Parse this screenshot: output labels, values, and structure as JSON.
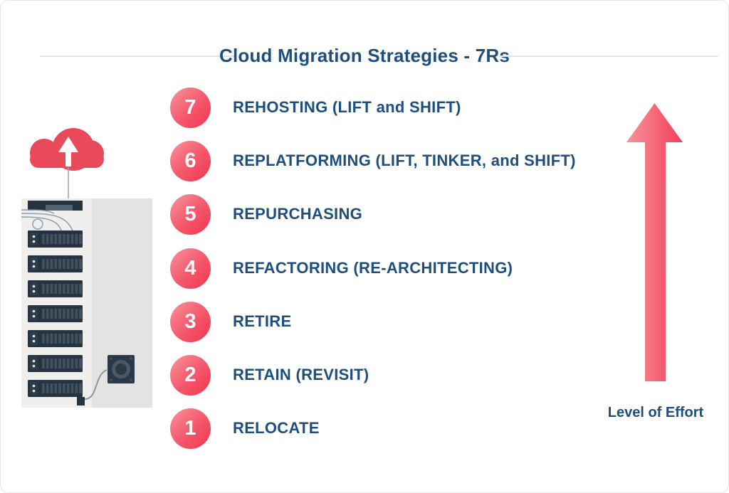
{
  "title": "Cloud Migration Strategies - 7Rs",
  "items": [
    {
      "number": "7",
      "label": "REHOSTING (LIFT and SHIFT)"
    },
    {
      "number": "6",
      "label": "REPLATFORMING (LIFT, TINKER, and SHIFT)"
    },
    {
      "number": "5",
      "label": "REPURCHASING"
    },
    {
      "number": "4",
      "label": "REFACTORING (RE-ARCHITECTING)"
    },
    {
      "number": "3",
      "label": "RETIRE"
    },
    {
      "number": "2",
      "label": "RETAIN (REVISIT)"
    },
    {
      "number": "1",
      "label": "RELOCATE"
    }
  ],
  "effort_arrow": {
    "label": "Level of Effort",
    "direction": "up"
  },
  "illustration": {
    "name": "server-rack-uploading-to-cloud"
  },
  "colors": {
    "text_blue": "#1d4e7e",
    "divider_gray": "#dde3ec",
    "circle_gradient_start": "#f9939c",
    "circle_gradient_end": "#f1364f",
    "arrow_gradient_start": "#f7939c",
    "arrow_gradient_end": "#f43e5a",
    "cloud_red": "#e84a59",
    "server_dark": "#263340",
    "rack_front": "#f0efed",
    "rack_side": "#e4e3e1"
  }
}
